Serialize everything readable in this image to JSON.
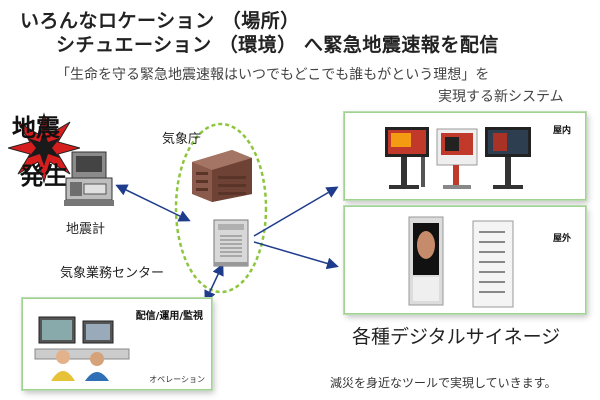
{
  "title": {
    "line1": "いろんなロケーション （場所）",
    "line2": "シチュエーション （環境） へ緊急地震速報を配信"
  },
  "subtitle": {
    "line1": "「生命を守る緊急地震速報はいつでもどこでも誰もがという理想」を",
    "line2": "実現する新システム"
  },
  "quake": {
    "line1": "地震",
    "line2": "発生"
  },
  "labels": {
    "seismometer": "地震計",
    "jma": "気象庁",
    "jma_center": "気象業務センター",
    "signage": "各種デジタルサイネージ",
    "footer": "減災を身近なツールで実現していきます。"
  },
  "indoor": {
    "label": "屋内"
  },
  "outdoor": {
    "label": "屋外"
  },
  "operation": {
    "label": "配信/運用/監視",
    "caption": "オペレーション"
  },
  "colors": {
    "arrow": "#1f3c8c",
    "dashed_circle": "#8cc63f",
    "box_border": "#9fd38f",
    "burst": "#d61e1e"
  }
}
